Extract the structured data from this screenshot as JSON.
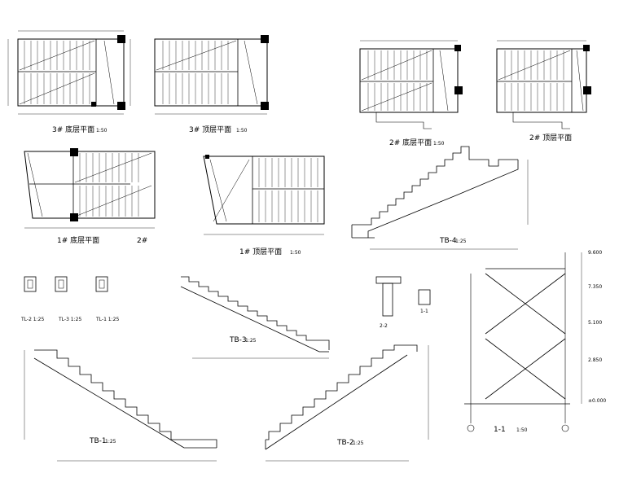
{
  "plans": [
    {
      "title": "3# 底层平面",
      "scale": "1:50"
    },
    {
      "title": "3# 顶层平面",
      "scale": "1:50"
    },
    {
      "title": "2# 底层平面",
      "scale": "1:50"
    },
    {
      "title": "2# 顶层平面"
    },
    {
      "title": "1# 底层平面",
      "note": "2#"
    },
    {
      "title": "1# 顶层平面",
      "scale": "1:50"
    }
  ],
  "sections": {
    "tb4": {
      "title": "TB-4",
      "scale": "1:25"
    },
    "tb3": {
      "title": "TB-3",
      "scale": "1:25"
    },
    "tb1": {
      "title": "TB-1",
      "scale": "1:25"
    },
    "tb2": {
      "title": "TB-2",
      "scale": "1:25"
    },
    "s11": {
      "title": "1-1",
      "scale": "1:50"
    }
  },
  "beams": [
    "TL-2 1:25",
    "TL-3 1:25",
    "TL-1 1:25"
  ],
  "details": [
    "2-2",
    "1-1"
  ],
  "elevations": [
    "9.600",
    "7.350",
    "5.100",
    "2.850",
    "±0.000"
  ]
}
